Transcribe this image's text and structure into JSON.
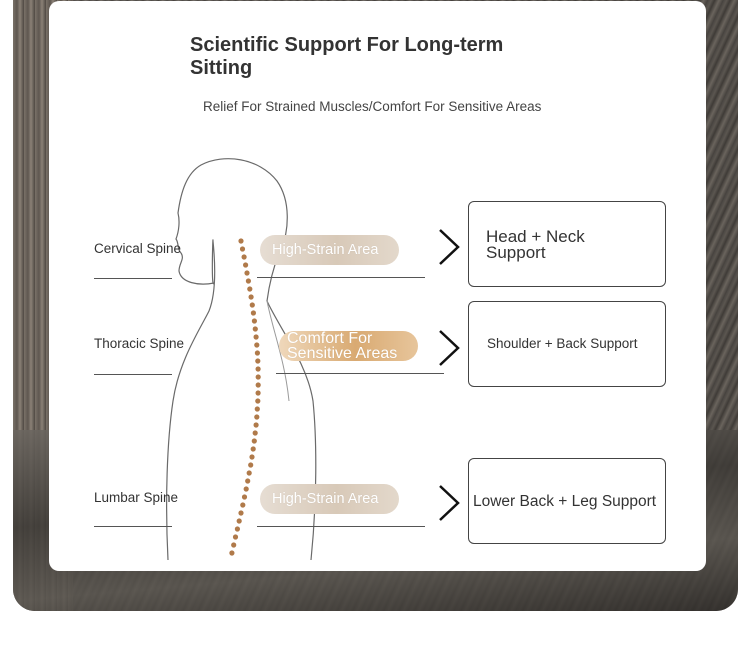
{
  "header": {
    "title": "Scientific Support For Long-term Sitting",
    "subtitle": "Relief For Strained Muscles/Comfort For Sensitive Areas"
  },
  "spine_labels": [
    "Cervical Spine",
    "Thoracic Spine",
    "Lumbar Spine"
  ],
  "pills": [
    "High-Strain Area",
    "Comfort For Sensitive Areas",
    "High-Strain Area"
  ],
  "supports": [
    "Head + Neck Support",
    "Shoulder + Back Support",
    "Lower Back + Leg Support"
  ],
  "colors": {
    "pill_light": "#d8c9b8",
    "pill_amber": "#d9aa72",
    "vertebra": "#b07a4a",
    "outline": "#555555"
  },
  "icons": [
    "chevron-right-icon"
  ]
}
